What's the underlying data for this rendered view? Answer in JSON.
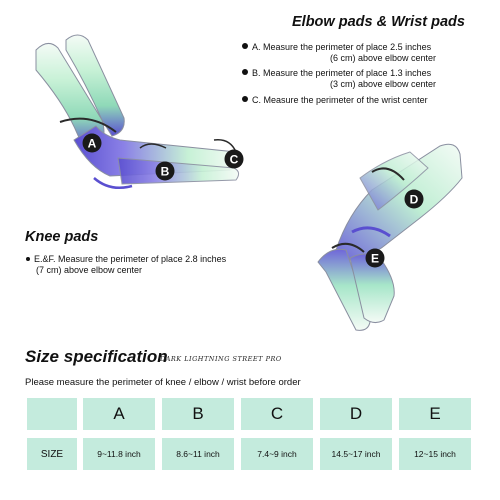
{
  "elbow_section": {
    "title": "Elbow pads & Wrist pads",
    "items": [
      {
        "line1": "A.  Measure the perimeter of place 2.5 inches",
        "line2": "(6 cm) above elbow center"
      },
      {
        "line1": "B.  Measure the perimeter of place 1.3 inches",
        "line2": "(3 cm) above elbow center"
      },
      {
        "line1": "C.   Measure the perimeter of the wrist center",
        "line2": ""
      }
    ]
  },
  "knee_section": {
    "title": "Knee pads",
    "items": [
      {
        "line1": "E.&F.  Measure the perimeter of place 2.8 inches",
        "line2": "(7 cm) above elbow center"
      }
    ]
  },
  "size_section": {
    "title": "Size specification",
    "brand": "DARK LIGHTNING STREET PRO",
    "instruction": "Please measure the perimeter of knee / elbow / wrist before order",
    "row_label": "SIZE",
    "columns": [
      {
        "letter": "A",
        "value": "9~11.8 inch"
      },
      {
        "letter": "B",
        "value": "8.6~11 inch"
      },
      {
        "letter": "C",
        "value": "7.4~9 inch"
      },
      {
        "letter": "D",
        "value": "14.5~17 inch"
      },
      {
        "letter": "E",
        "value": "12~15 inch"
      }
    ]
  },
  "markers": [
    "A",
    "B",
    "C",
    "D",
    "E"
  ],
  "colors": {
    "cell_bg": "#c4ebdd",
    "marker_fill": "#1a1a1a",
    "marker_text": "#ffffff",
    "arm_purple": "#6f66d9",
    "arm_green": "#bdf0cf"
  }
}
